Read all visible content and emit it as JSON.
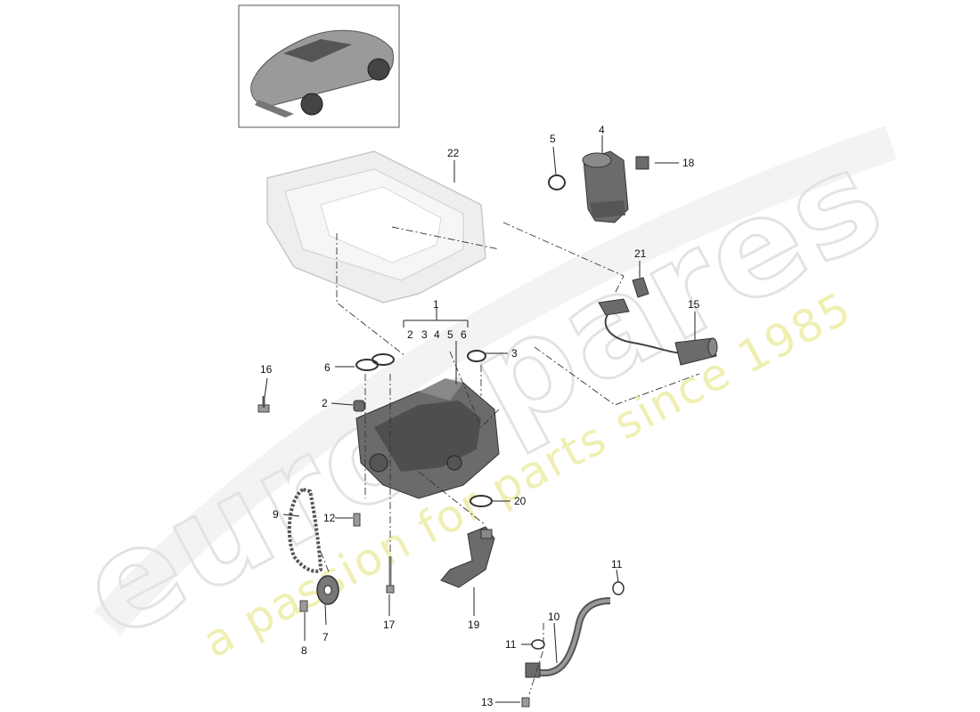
{
  "watermark": {
    "brand": "eurospares",
    "tagline": "a passion for parts since 1985"
  },
  "callouts": {
    "c1": "1",
    "c2": "2",
    "c3": "3",
    "c4": "4",
    "c5": "5",
    "c6": "6",
    "c7": "7",
    "c8": "8",
    "c9": "9",
    "c10": "10",
    "c11a": "11",
    "c11b": "11",
    "c12": "12",
    "c13": "13",
    "c15": "15",
    "c16": "16",
    "c17": "17",
    "c18": "18",
    "c19": "19",
    "c20": "20",
    "c21": "21",
    "c22": "22"
  },
  "group1_subitems": [
    "2",
    "3",
    "4",
    "5",
    "6"
  ],
  "colors": {
    "part_dark": "#6b6b6b",
    "ghost_part": "#eeeeee",
    "watermark_outline": "#e3e3e3",
    "watermark_tagline": "#efefb4"
  }
}
